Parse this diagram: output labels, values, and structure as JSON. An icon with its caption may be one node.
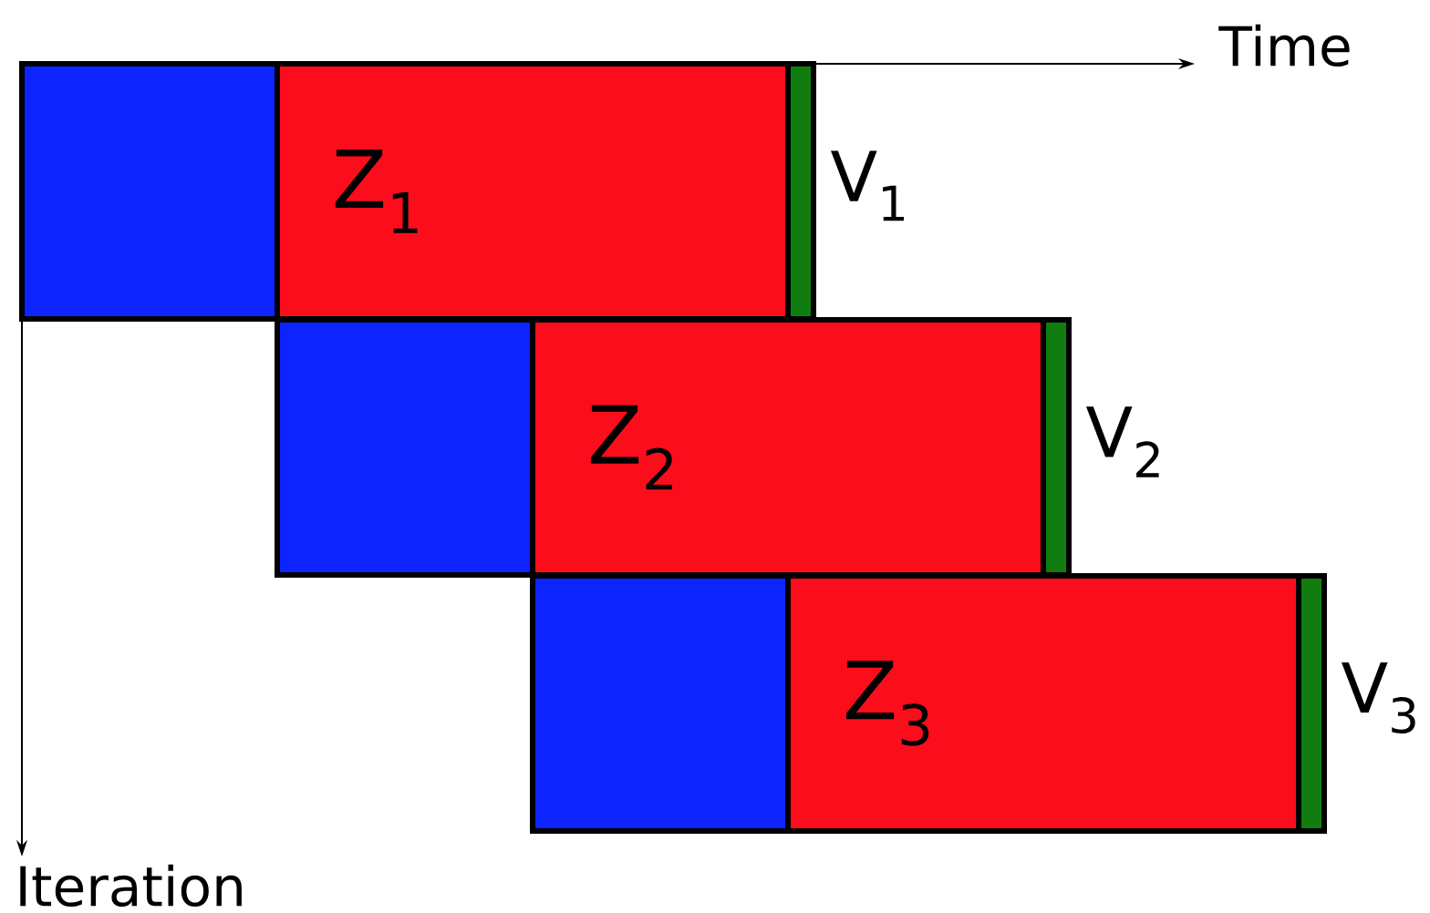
{
  "diagram": {
    "nodes": [
      {
        "text": [],
        "shape": "box"
      },
      {
        "text": [
          "Z$_{1}$"
        ]
      },
      {
        "text": [],
        "shape": "bar",
        "beside": [
          "V$_{1}$"
        ]
      },
      {
        "text": [],
        "shape": "box"
      },
      {
        "text": [
          "Z$_{2}$"
        ]
      },
      {
        "text": [],
        "shape": "bar",
        "beside": [
          "V$_{2}$"
        ]
      },
      {
        "text": [],
        "shape": "box"
      },
      {
        "text": [
          "Z$_{3}$"
        ]
      },
      {
        "text": [],
        "shape": "bar",
        "beside": [
          "V$_{3}$"
        ]
      }
    ],
    "labels": [
      "Time",
      "Iteration"
    ]
  }
}
